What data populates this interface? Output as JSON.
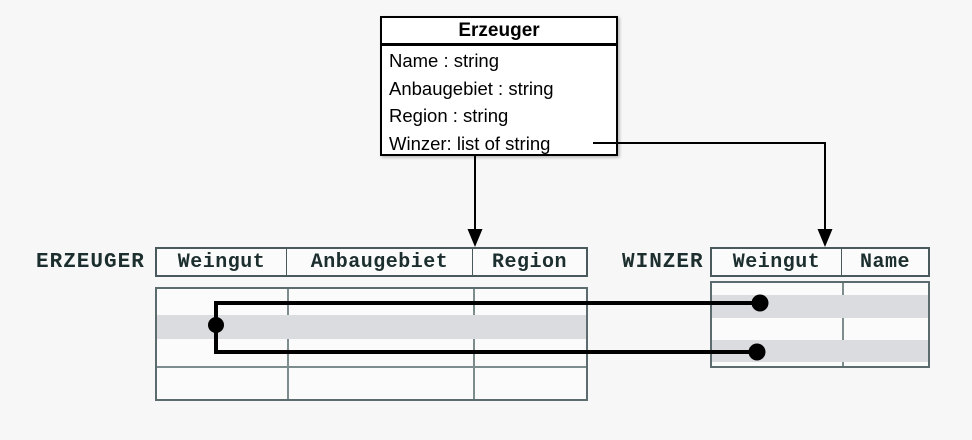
{
  "colors": {
    "background": "#f7f7f8",
    "table_frame": "#4a595c",
    "table_divider": "#7d8c8c",
    "row_highlight": "#dbdcdf",
    "header_text": "#1c2e2e",
    "connector": "#000000"
  },
  "class_box": {
    "title": "Erzeuger",
    "attributes": [
      "Name : string",
      "Anbaugebiet : string",
      "Region : string",
      "Winzer: list of string"
    ]
  },
  "erzeuger_table": {
    "label": "ERZEUGER",
    "columns": [
      "Weingut",
      "Anbaugebiet",
      "Region"
    ],
    "body_rows": 4,
    "highlighted_row_index": 1
  },
  "winzer_table": {
    "label": "WINZER",
    "columns": [
      "Weingut",
      "Name"
    ],
    "body_rows": 3,
    "highlighted_row_indexes": [
      0,
      1
    ]
  }
}
